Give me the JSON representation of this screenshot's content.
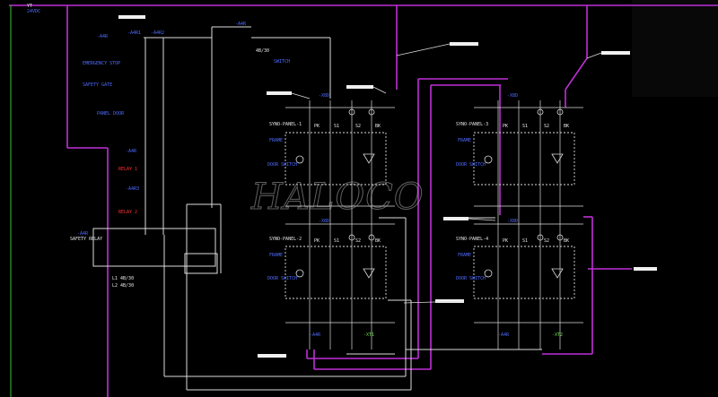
{
  "watermark": "HALOCO",
  "header": {
    "left_tag": "YT",
    "left_sub": "24VDC"
  },
  "left_circuit": {
    "top_labels": [
      "-A4R",
      "-A4R1",
      "-A4R2"
    ],
    "switch_labels": [
      "EMERGENCY STOP",
      "SAFETY GATE",
      "PANEL DOOR"
    ],
    "relay_labels": [
      "RELAY 1",
      "RELAY 2"
    ],
    "mid_labels": [
      "-A4R",
      "-A4R3"
    ],
    "relay_block": {
      "name": "SAFETY RELAY",
      "tag": "-A4R",
      "notes": [
        "L1  4B/30",
        "L2  4B/30"
      ]
    }
  },
  "top_center": {
    "tag": "-A4R",
    "note1": "4B/30",
    "note2": "SWITCH"
  },
  "panels": [
    {
      "id": "p1",
      "title": "SYNO-PANEL-1",
      "left_label": "FRAME",
      "switch_label": "DOOR SWITCH",
      "pins": [
        "PK",
        "S1",
        "S2",
        "BK"
      ],
      "tag": "-X8D"
    },
    {
      "id": "p2",
      "title": "SYNO-PANEL-2",
      "left_label": "FRAME",
      "switch_label": "DOOR SWITCH",
      "pins": [
        "PK",
        "S1",
        "S2",
        "BK"
      ],
      "tag": "-X8D"
    },
    {
      "id": "p3",
      "title": "SYNO-PANEL-3",
      "left_label": "FRAME",
      "switch_label": "DOOR SWITCH",
      "pins": [
        "PK",
        "S1",
        "S2",
        "BK"
      ],
      "tag": "-X8D"
    },
    {
      "id": "p4",
      "title": "SYNO-PANEL-4",
      "left_label": "FRAME",
      "switch_label": "DOOR SWITCH",
      "pins": [
        "PK",
        "S1",
        "S2",
        "BK"
      ],
      "tag": "-X8D"
    }
  ],
  "terminal_labels": [
    "-A4R",
    "-XT1",
    "-A4R",
    "-XT2"
  ],
  "colors": {
    "magenta": "#c02fd8",
    "white": "#e0e0e0",
    "blue": "#4f6cff",
    "green": "#6fdc4a",
    "red": "#ff3030"
  }
}
